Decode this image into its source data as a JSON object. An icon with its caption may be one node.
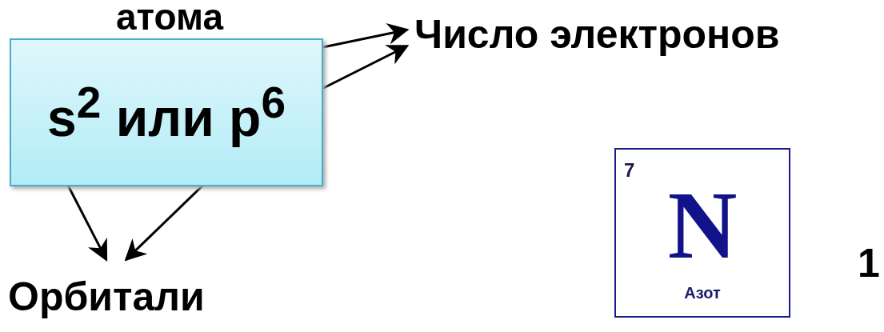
{
  "diagram": {
    "nodes": [
      {
        "text": [
          "s$^{2}$ или p$^{6}$"
        ]
      },
      {
        "text": [
          "Число электронов"
        ]
      },
      {
        "text": [
          "Орбитали"
        ]
      },
      {
        "text": [
          "7",
          "N",
          "Азот"
        ]
      }
    ],
    "edges": [
      {
        "from": 0,
        "to": 1,
        "arrow": "to"
      },
      {
        "from": 0,
        "to": 1,
        "arrow": "to"
      },
      {
        "from": 0,
        "to": 2,
        "arrow": "to"
      },
      {
        "from": 0,
        "to": 2,
        "arrow": "to"
      }
    ],
    "labels": [
      "атома",
      "1"
    ]
  }
}
